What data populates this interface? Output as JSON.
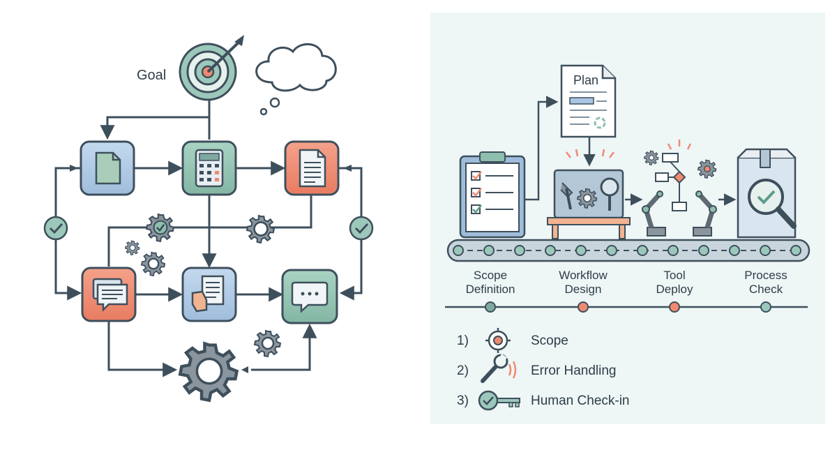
{
  "left_panel": {
    "goal_label": "Goal"
  },
  "right_panel": {
    "plan_label": "Plan",
    "stages": [
      {
        "line1": "Scope",
        "line2": "Definition"
      },
      {
        "line1": "Workflow",
        "line2": "Design"
      },
      {
        "line1": "Tool",
        "line2": "Deploy"
      },
      {
        "line1": "Process",
        "line2": "Check"
      }
    ],
    "legend": [
      {
        "number": "1)",
        "label": "Scope",
        "icon": "target-icon"
      },
      {
        "number": "2)",
        "label": "Error Handling",
        "icon": "wrench-icon"
      },
      {
        "number": "3)",
        "label": "Human Check-in",
        "icon": "check-key-icon"
      }
    ]
  },
  "colors": {
    "blue": "#a9c6e3",
    "teal": "#8fbfae",
    "coral": "#ef8a70",
    "stroke": "#3e4f5c",
    "panel_bg": "#eef6f6"
  }
}
